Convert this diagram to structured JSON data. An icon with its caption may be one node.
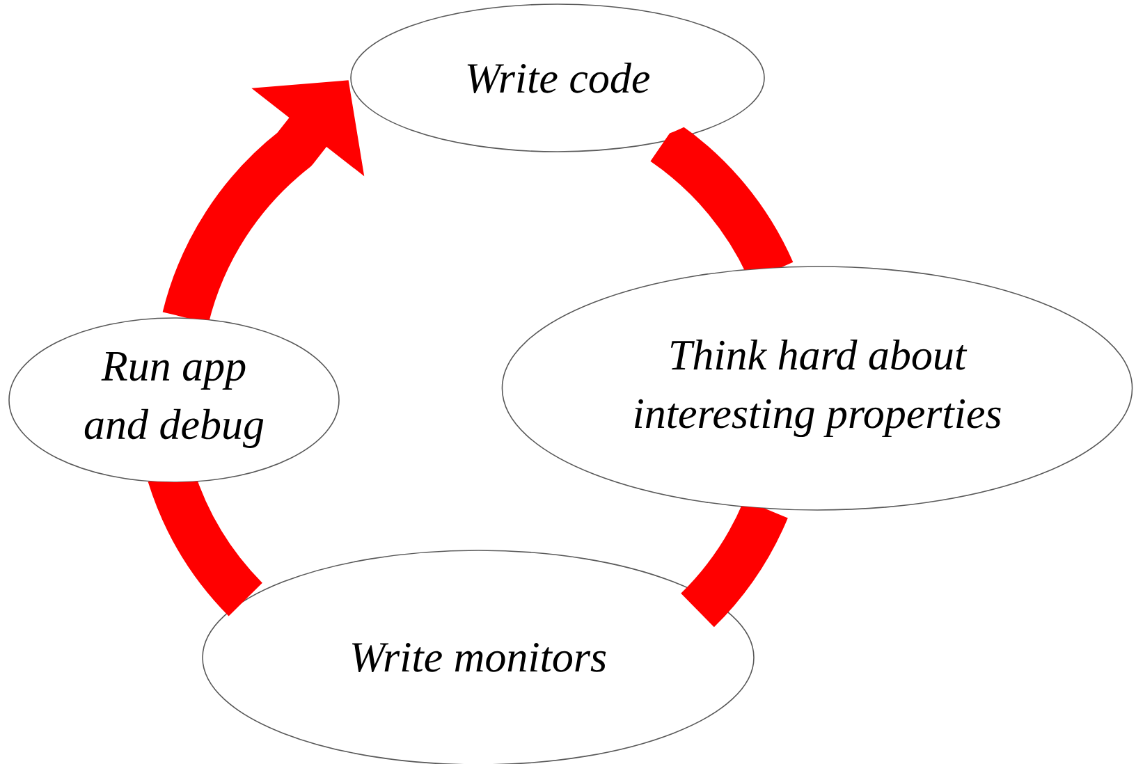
{
  "diagram": {
    "nodes": [
      {
        "text": [
          "Write code"
        ]
      },
      {
        "text": [
          "Think hard about interesting properties"
        ]
      },
      {
        "text": [
          "Write monitors"
        ]
      },
      {
        "text": [
          "Run app and debug"
        ]
      }
    ],
    "edges": [
      {
        "from": 0,
        "to": 1,
        "arrow": "none"
      },
      {
        "from": 1,
        "to": 2,
        "arrow": "none"
      },
      {
        "from": 2,
        "to": 3,
        "arrow": "none"
      },
      {
        "from": 3,
        "to": 0,
        "arrow": "to"
      }
    ]
  }
}
